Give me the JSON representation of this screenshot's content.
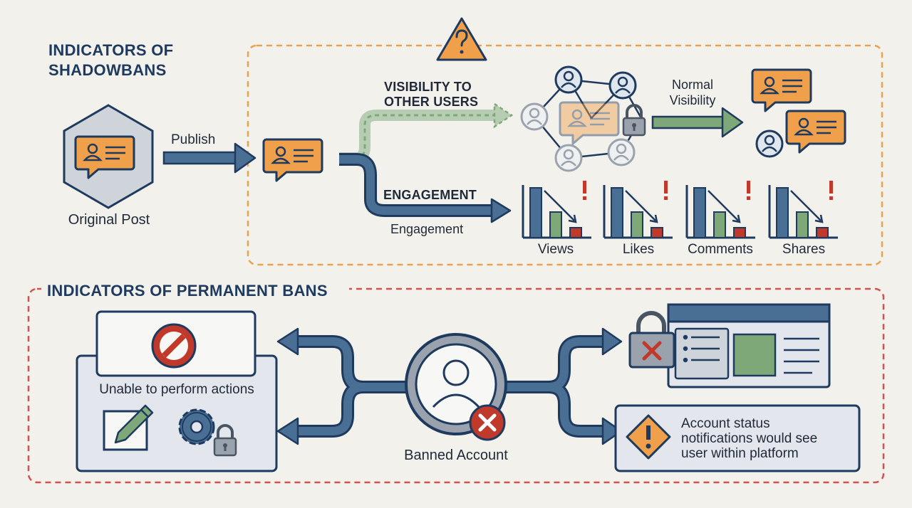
{
  "shadowbans": {
    "title_line1": "INDICATORS OF",
    "title_line2": "SHADOWBANS",
    "original_post_label": "Original Post",
    "publish_label": "Publish",
    "visibility_label_line1": "VISIBILITY TO",
    "visibility_label_line2": "OTHER USERS",
    "normal_visibility_line1": "Normal",
    "normal_visibility_line2": "Visibility",
    "engagement_heading": "ENGAGEMENT",
    "engagement_sub": "Engagement",
    "metrics": [
      {
        "label": "Views"
      },
      {
        "label": "Likes"
      },
      {
        "label": "Comments"
      },
      {
        "label": "Shares"
      }
    ]
  },
  "permanent_bans": {
    "title": "INDICATORS OF PERMANENT BANS",
    "unable_label": "Unable to perform actions",
    "banned_account_label": "Banned Account",
    "notification_line1": "Account status",
    "notification_line2": "notifications would see",
    "notification_line3": "user within platform"
  },
  "colors": {
    "navy": "#1f3a5f",
    "orange": "#f0a04b",
    "green": "#7fa878",
    "red": "#c0392b",
    "dashed_orange": "#e8a352",
    "dashed_red": "#d05252"
  },
  "icons": [
    "warning-question-icon",
    "chat-user-icon",
    "lock-icon",
    "no-entry-icon",
    "edit-pencil-icon",
    "gear-lock-icon",
    "user-avatar-icon",
    "x-mark-icon",
    "warning-exclamation-icon",
    "bar-chart-down-icon"
  ]
}
